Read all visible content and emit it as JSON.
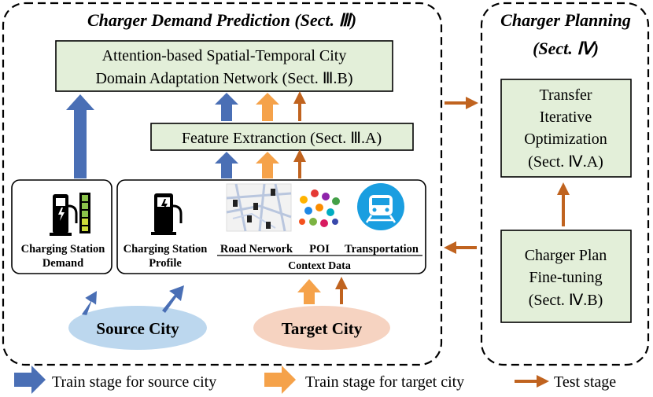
{
  "panels": {
    "demand_title": "Charger Demand Prediction (Sect. Ⅲ)",
    "planning_title_line1": "Charger Planning",
    "planning_title_line2": "(Sect. Ⅳ)"
  },
  "boxes": {
    "attention_line1": "Attention-based Spatial-Temporal City",
    "attention_line2": "Domain Adaptation Network (Sect. Ⅲ.B)",
    "feature": "Feature Extranction (Sect. Ⅲ.A)",
    "transfer_line1": "Transfer",
    "transfer_line2": "Iterative",
    "transfer_line3": "Optimization",
    "transfer_line4": "(Sect. Ⅳ.A)",
    "finetune_line1": "Charger Plan",
    "finetune_line2": "Fine-tuning",
    "finetune_line3": "(Sect. Ⅳ.B)"
  },
  "data_items": {
    "demand_line1": "Charging Station",
    "demand_line2": "Demand",
    "profile_line1": "Charging Station",
    "profile_line2": "Profile",
    "road": "Road Nerwork",
    "poi": "POI",
    "transport": "Transportation",
    "context": "Context Data"
  },
  "cities": {
    "source": "Source City",
    "target": "Target City"
  },
  "legend": {
    "blue": "Train stage for source city",
    "orange": "Train stage for target city",
    "brown": "Test stage"
  },
  "colors": {
    "blue_arrow": "#4a6fb5",
    "orange_arrow": "#f5a24a",
    "brown_arrow": "#c0631f",
    "green_box": "#e3efd9",
    "source_ellipse": "#bcd7ee",
    "target_ellipse": "#f6d3c1",
    "transport_circle": "#1a9ee0"
  },
  "icons": [
    "charger-icon",
    "charger-demand-icon",
    "road-map-icon",
    "poi-icon",
    "train-icon"
  ]
}
